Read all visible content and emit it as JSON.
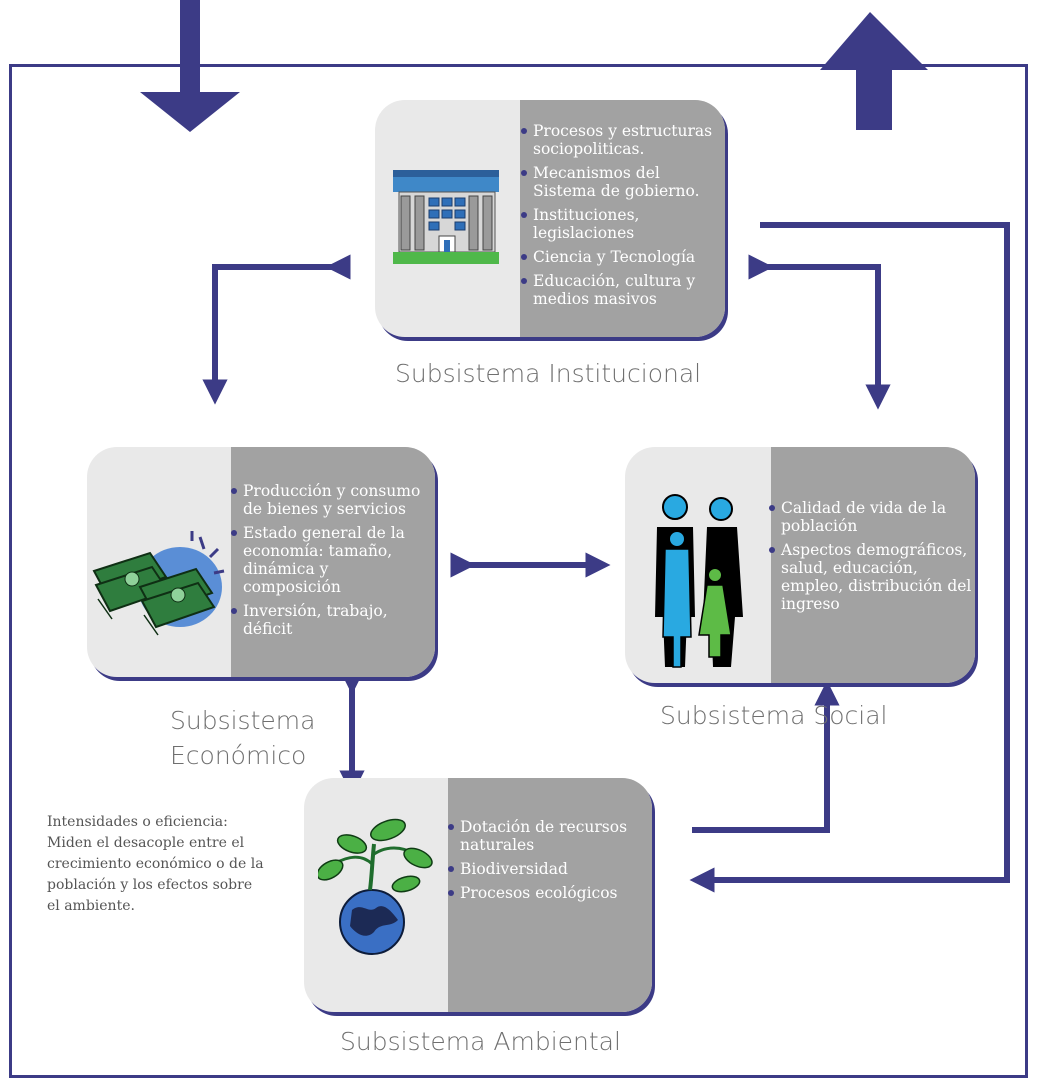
{
  "institucional": {
    "title": "Subsistema Institucional",
    "items": [
      "Procesos y estructuras sociopoliticas.",
      "Mecanismos del Sistema de gobierno.",
      "Instituciones, legislaciones",
      "Ciencia y Tecnología",
      "Educación, cultura y medios masivos"
    ],
    "icon": "building-icon"
  },
  "economico": {
    "title_line1": "Subsistema",
    "title_line2": "Económico",
    "items": [
      "Producción  y consumo de bienes  y servicios",
      "Estado general de la economía: tamaño, dinámica y composición",
      "Inversión, trabajo, déficit"
    ],
    "icon": "money-icon"
  },
  "social": {
    "title": "Subsistema Social",
    "items": [
      "Calidad de vida de la población",
      "Aspectos demográficos, salud, educación, empleo, distribución del ingreso"
    ],
    "icon": "family-icon"
  },
  "ambiental": {
    "title": "Subsistema Ambiental",
    "items": [
      "Dotación de recursos naturales",
      "Biodiversidad",
      "Procesos ecológicos"
    ],
    "icon": "globe-plant-icon"
  },
  "note": {
    "lines": [
      "Intensidades o eficiencia:",
      "Miden el desacople entre el",
      "crecimiento económico o de la",
      "población y los efectos sobre",
      "el ambiente."
    ]
  },
  "colors": {
    "arrow": "#3c3b86",
    "box_light": "#e9e9e9",
    "box_gray": "#a2a2a2",
    "title_text": "#6f6f6f"
  }
}
